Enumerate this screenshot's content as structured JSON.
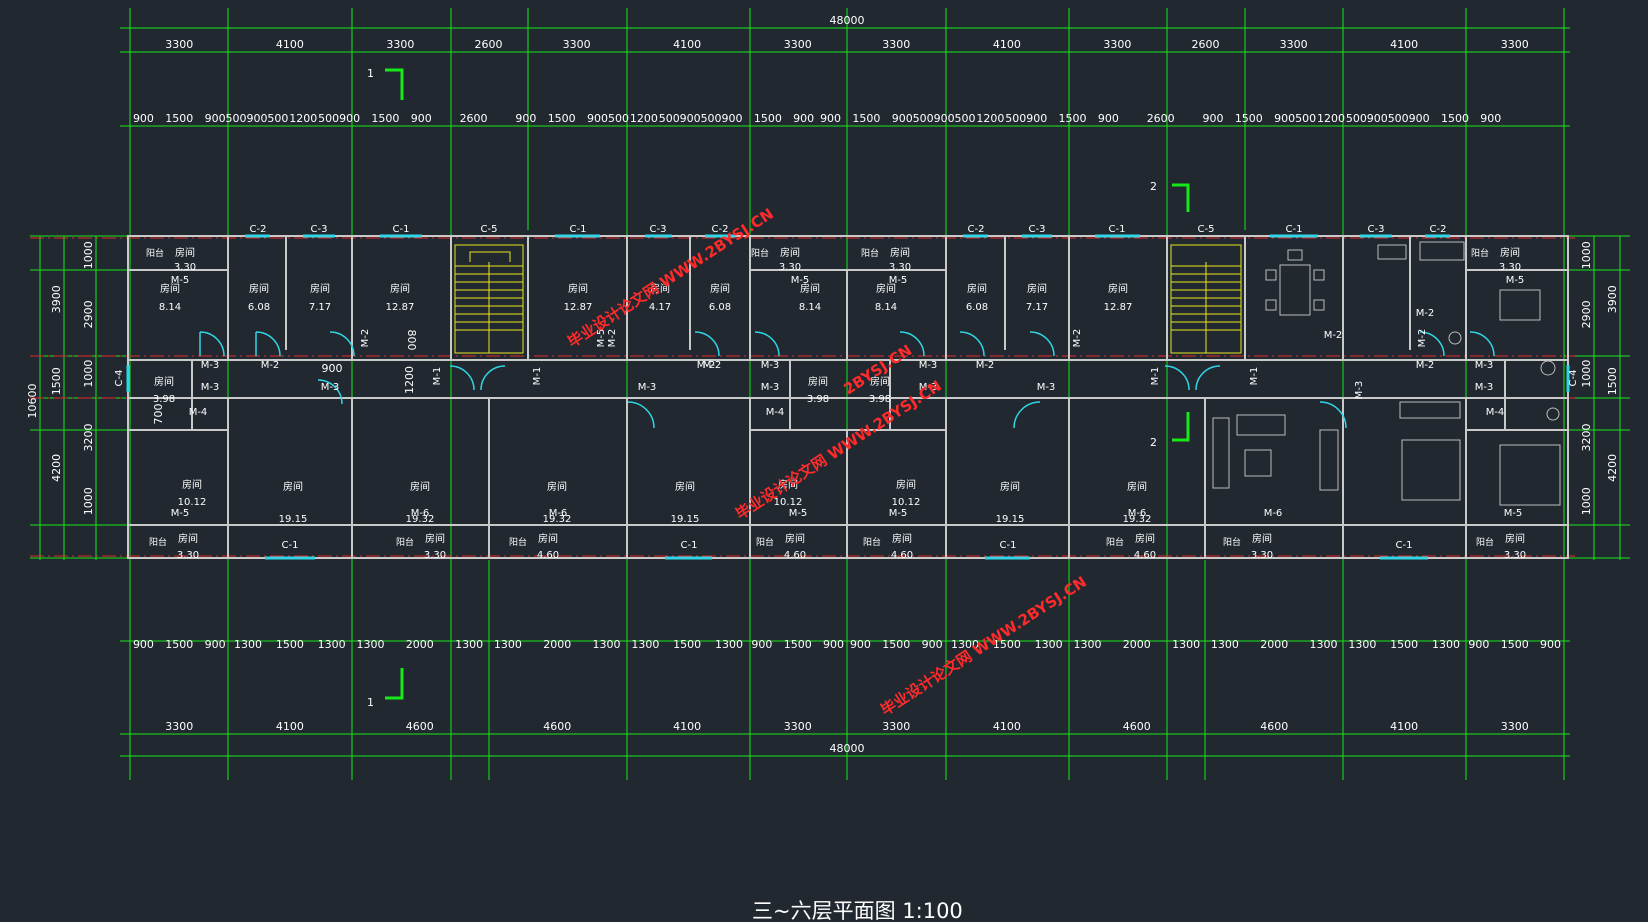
{
  "caption": "三~六层平面图 1:100",
  "watermark_cn": "毕业设计论文网",
  "watermark_en": "WWW.2BYSJ.CN",
  "watermark_domain": "2BYSJ.CN",
  "top": {
    "total": "48000",
    "axis": [
      "3300",
      "4100",
      "3300",
      "2600",
      "3300",
      "4100",
      "3300",
      "3300",
      "4100",
      "3300",
      "2600",
      "3300",
      "4100",
      "3300"
    ],
    "detail": [
      "900",
      "1500",
      "900",
      "500",
      "900",
      "500",
      "1200",
      "500",
      "900",
      "1500",
      "900",
      "2600",
      "900",
      "1500",
      "900",
      "500",
      "1200",
      "500",
      "900",
      "500",
      "900",
      "1500",
      "900",
      "900",
      "1500",
      "900",
      "500",
      "900",
      "500",
      "1200",
      "500",
      "900",
      "1500",
      "900",
      "2600",
      "900",
      "1500",
      "900",
      "500",
      "1200",
      "500",
      "900",
      "500",
      "900",
      "1500",
      "900"
    ]
  },
  "bottom": {
    "total": "48000",
    "axis": [
      "3300",
      "4100",
      "4600",
      "4600",
      "4100",
      "3300",
      "3300",
      "4100",
      "4600",
      "4600",
      "4100",
      "3300"
    ],
    "detail": [
      "900",
      "1500",
      "900",
      "1300",
      "1500",
      "1300",
      "1300",
      "2000",
      "1300",
      "1300",
      "2000",
      "1300",
      "1300",
      "1500",
      "1300",
      "900",
      "1500",
      "900",
      "900",
      "1500",
      "900",
      "1300",
      "1500",
      "1300",
      "1300",
      "2000",
      "1300",
      "1300",
      "2000",
      "1300",
      "1300",
      "1500",
      "1300",
      "900",
      "1500",
      "900"
    ]
  },
  "left": {
    "total": "10600",
    "axis": [
      "3900",
      "1500",
      "4200"
    ],
    "detail": [
      "1000",
      "2900",
      "1000",
      "3200",
      "1000"
    ]
  },
  "right": {
    "axis": [
      "3900",
      "1500",
      "4200"
    ],
    "detail": [
      "1000",
      "2900",
      "1000",
      "3200",
      "1000"
    ]
  },
  "section_marks": [
    "1",
    "1",
    "2",
    "2"
  ],
  "windows_top": [
    "C-2",
    "C-3",
    "C-1",
    "C-5",
    "C-1",
    "C-3",
    "C-2",
    "C-2",
    "C-3",
    "C-1",
    "C-5",
    "C-1",
    "C-3",
    "C-2"
  ],
  "windows_bottom": [
    "C-1",
    "C-1",
    "C-1",
    "C-1"
  ],
  "windows_side": [
    "C-4",
    "C-4"
  ],
  "room_label": "房间",
  "balcony_label": "阳台",
  "areas_large": [
    "8.14",
    "6.08",
    "7.17",
    "12.87",
    "12.87",
    "4.17",
    "6.08",
    "8.14",
    "8.14",
    "6.08",
    "7.17",
    "12.87"
  ],
  "areas_balcony_top": [
    "3.30",
    "3.30",
    "3.30",
    "3.30"
  ],
  "areas_hall": [
    "19.15",
    "19.32",
    "19.32",
    "19.15",
    "19.15",
    "19.32"
  ],
  "areas_bath": [
    "3.98",
    "3.98",
    "3.98"
  ],
  "areas_br": [
    "10.12",
    "10.12",
    "10.12"
  ],
  "areas_balcony_bottom": [
    "3.30",
    "4.60",
    "4.60",
    "3.30",
    "3.30",
    "4.60",
    "4.60",
    "3.30"
  ],
  "doors": [
    "M-5",
    "M-5",
    "M-5",
    "M-5",
    "M-5",
    "M-3",
    "M-3",
    "M-2",
    "M-3",
    "M-4",
    "M-2",
    "M-1",
    "M-1",
    "M-3",
    "M-2",
    "M-2",
    "M-3",
    "M-3",
    "M-4",
    "M-3",
    "M-3",
    "M-2",
    "M-3",
    "M-2",
    "M-1",
    "M-1",
    "M-3",
    "M-2",
    "M-2",
    "M-3",
    "M-3",
    "M-4",
    "M-6",
    "M-6",
    "M-6",
    "M-6",
    "M-5",
    "M-5",
    "M-5",
    "M-5",
    "M-2",
    "M-2",
    "M-2"
  ],
  "misc_dims": [
    "900",
    "1200",
    "800",
    "700"
  ]
}
